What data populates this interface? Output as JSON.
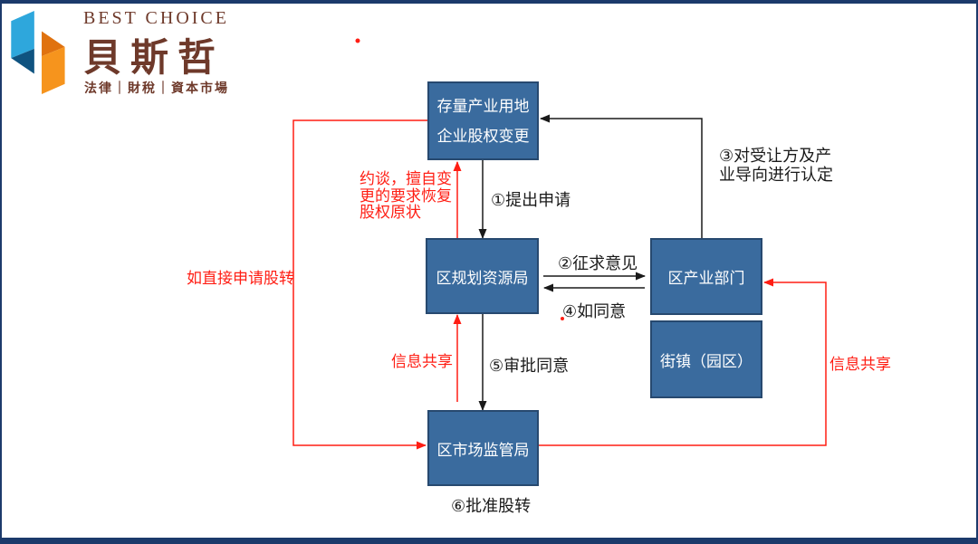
{
  "logo": {
    "brand_en": "BEST CHOICE",
    "brand_cn": "貝斯哲",
    "tagline": "法律｜財稅｜資本市場",
    "mark_colors": {
      "light_blue": "#2ea7dc",
      "dark_blue": "#0f5380",
      "orange": "#f6941d",
      "dark_orange": "#e0720f"
    },
    "text_color": "#6e392a"
  },
  "diagram": {
    "nodes": {
      "stock_land": {
        "line1": "存量产业用地",
        "line2": "企业股权变更"
      },
      "planning_bureau": {
        "label": "区规划资源局"
      },
      "industry_dept": {
        "label": "区产业部门"
      },
      "town_park": {
        "label": "街镇（园区）"
      },
      "market_bureau": {
        "label": "区市场监管局"
      }
    },
    "steps": {
      "step1": "①提出申请",
      "step2": "②征求意见",
      "step3": "③对受让方及产业导向进行认定",
      "step4": "④如同意",
      "step5": "⑤审批同意",
      "step6": "⑥批准股转"
    },
    "red_notes": {
      "interview": "约谈，擅自变更的要求恢复股权原状",
      "direct_transfer": "如直接申请股转",
      "info_share_left": "信息共享",
      "info_share_right": "信息共享"
    },
    "colors": {
      "node_fill": "#3a6b9e",
      "node_border": "#27496f",
      "red": "#ff1e14",
      "line_black": "#1a1a1a",
      "frame_navy": "#1c3a6b"
    }
  }
}
